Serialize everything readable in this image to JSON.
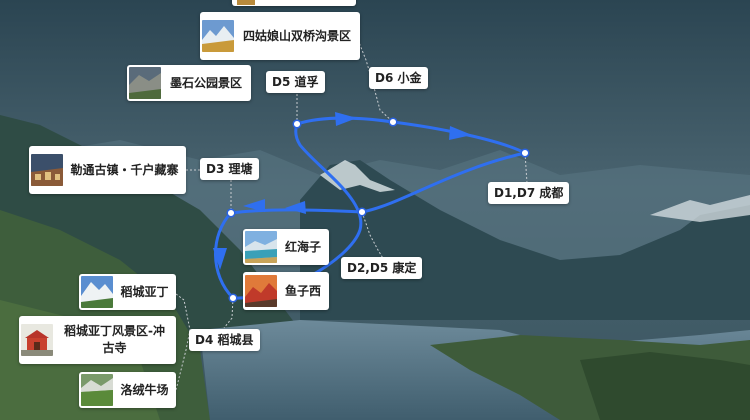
{
  "route_stops": {
    "chengdu": "D1,D7 成都",
    "kangding": "D2,D5 康定",
    "litang": "D3 理塘",
    "daocheng": "D4 稻城县",
    "daofu": "D5 道孚",
    "xiaojin": "D6 小金"
  },
  "attractions": {
    "siguniang": "四姑娘山双桥沟景区",
    "moshi": "墨石公园景区",
    "letong": "勒通古镇・千户藏寨",
    "hongbaizi": "红海子",
    "yuzixi": "鱼子西",
    "daocheng_yading": "稻城亚丁",
    "yading_scenic": "稻城亚丁风景区-冲古寺",
    "luorong": "洛绒牛场"
  },
  "colors": {
    "route": "#2f6ff0",
    "route_node": "#2a62e0",
    "leader": "#c8ccd0"
  },
  "icons": [
    "landscape-photo-thumbnail"
  ]
}
